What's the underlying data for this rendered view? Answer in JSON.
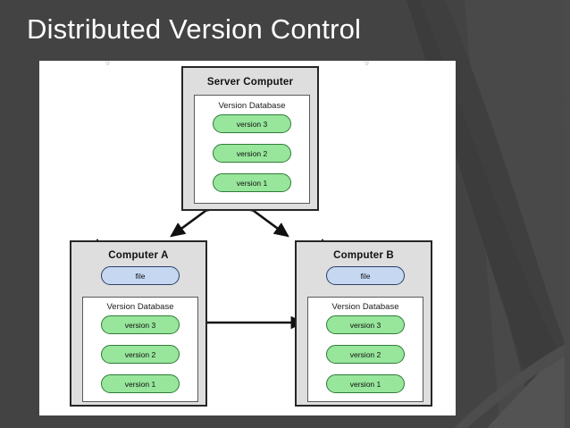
{
  "slide": {
    "title": "Distributed Version Control",
    "background_color": "#434343",
    "title_color": "#ffffff",
    "panel_color": "#ffffff"
  },
  "diagram": {
    "node_colors": {
      "version_fill": "#97e69b",
      "version_border": "#2f7a37",
      "file_fill": "#c6d7f2",
      "file_border": "#2b3f66",
      "box_fill": "#dedede",
      "box_border": "#262626"
    },
    "server": {
      "title": "Server Computer",
      "database_label": "Version Database",
      "versions": [
        "version 3",
        "version 2",
        "version 1"
      ]
    },
    "computer_a": {
      "title": "Computer A",
      "file_label": "file",
      "database_label": "Version Database",
      "versions": [
        "version 3",
        "version 2",
        "version 1"
      ]
    },
    "computer_b": {
      "title": "Computer B",
      "file_label": "file",
      "database_label": "Version Database",
      "versions": [
        "version 3",
        "version 2",
        "version 1"
      ]
    },
    "connectors": [
      {
        "name": "server-to-computer-a",
        "type": "double-arrow"
      },
      {
        "name": "server-to-computer-b",
        "type": "double-arrow"
      },
      {
        "name": "computer-a-to-computer-b",
        "type": "double-arrow"
      }
    ]
  }
}
